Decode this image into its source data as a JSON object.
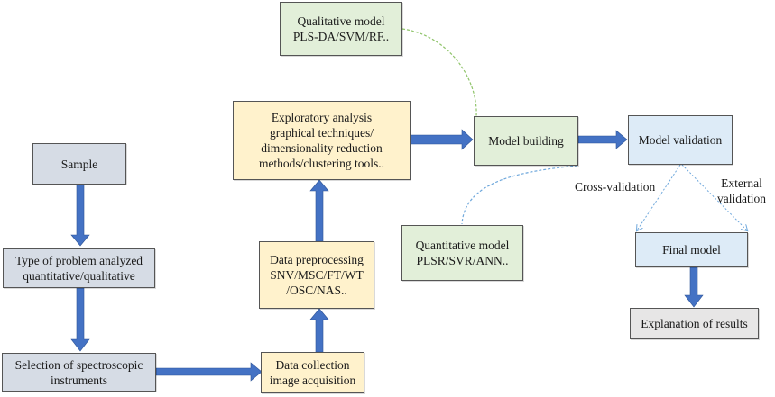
{
  "diagram": {
    "nodes": {
      "sample": "Sample",
      "problem_type": "Type of problem analyzed\nquantitative/qualitative",
      "selection": "Selection of spectroscopic\ninstruments",
      "data_collection": "Data collection\nimage acquisition",
      "preprocessing": "Data preprocessing\nSNV/MSC/FT/WT\n/OSC/NAS..",
      "exploratory": "Exploratory analysis\ngraphical techniques/\ndimensionality reduction\nmethods/clustering tools..",
      "qualitative_model": "Qualitative model\nPLS-DA/SVM/RF..",
      "quantitative_model": "Quantitative model\nPLSR/SVR/ANN..",
      "model_building": "Model building",
      "model_validation": "Model validation",
      "final_model": "Final model",
      "explanation": "Explanation of results"
    },
    "edge_labels": {
      "cross_validation": "Cross-validation",
      "external_validation": "External\nvalidation"
    },
    "colors": {
      "arrow": "#4472c4",
      "qualitative_link": "#8fc46a",
      "quantitative_link": "#6fa8dc",
      "validation_link": "#6fa8dc"
    }
  }
}
